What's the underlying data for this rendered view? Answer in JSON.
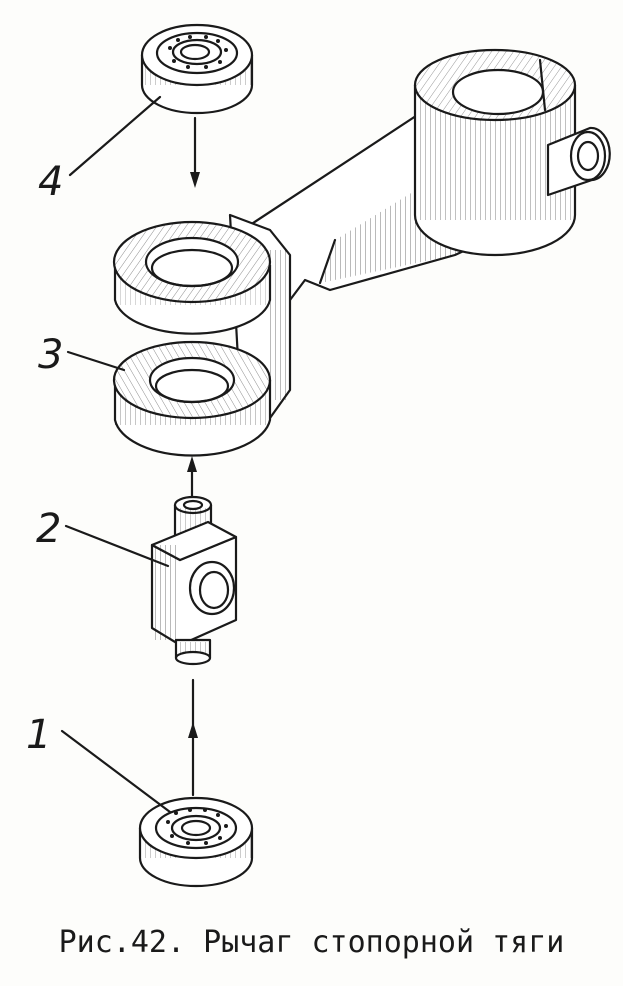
{
  "caption": "Рис.42. Рычаг стопорной тяги",
  "parts": [
    {
      "number": "1",
      "name": "bearing-bottom"
    },
    {
      "number": "2",
      "name": "pin-block"
    },
    {
      "number": "3",
      "name": "lever-fork"
    },
    {
      "number": "4",
      "name": "bearing-top"
    }
  ],
  "colors": {
    "ink": "#1a1a1a",
    "paper": "#fdfdfb"
  }
}
